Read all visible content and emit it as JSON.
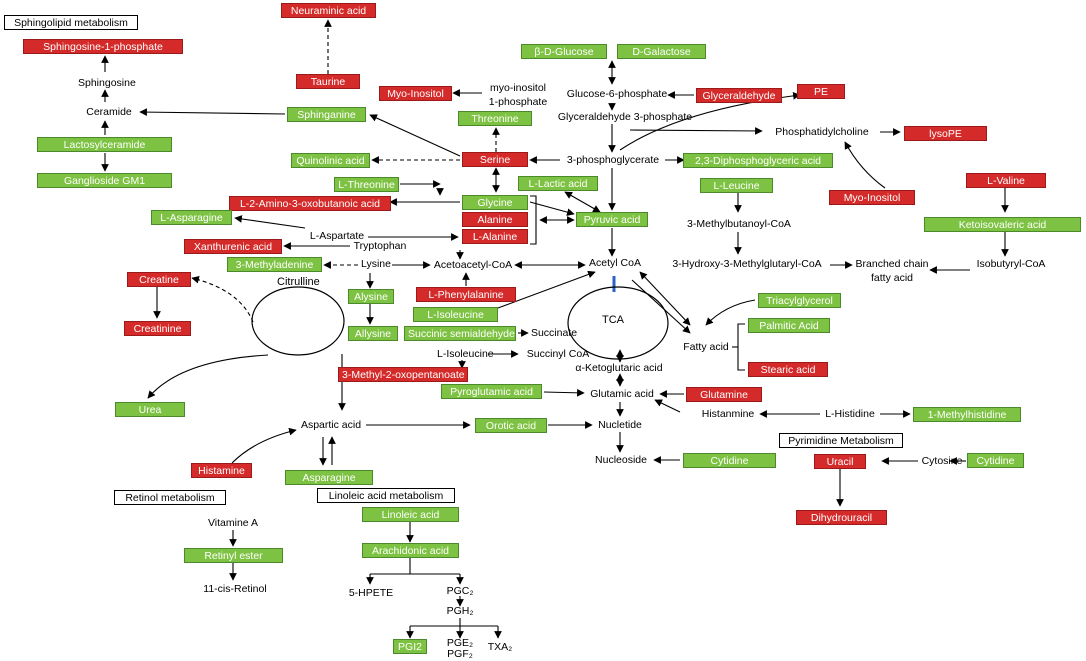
{
  "nodes": {
    "sphingolipid_metabolism": "Sphingolipid metabolism",
    "neuraminic_acid": "Neuraminic acid",
    "sphingosine_1_phosphate": "Sphingosine-1-phosphate",
    "sphingosine": "Sphingosine",
    "ceramide": "Ceramide",
    "lactosylceramide": "Lactosylceramide",
    "ganglioside_gm1": "Ganglioside GM1",
    "taurine": "Taurine",
    "myo_inositol_red": "Myo-Inositol",
    "myo_inositol_1_phosphate": "myo-inositol\n1-phosphate",
    "sphinganine": "Sphinganine",
    "threonine": "Threonine",
    "beta_d_glucose": "β-D-Glucose",
    "d_galactose": "D-Galactose",
    "glucose_6_phosphate": "Glucose-6-phosphate",
    "glyceraldehyde": "Glyceraldehyde",
    "glyceraldehyde_3_phosphate": "Glyceraldehyde 3-phosphate",
    "pe": "PE",
    "phosphatidylcholine": "Phosphatidylcholine",
    "lyso_pe": "lysoPE",
    "quinolinic_acid": "Quinolinic acid",
    "serine": "Serine",
    "three_phosphoglycerate": "3-phosphoglycerate",
    "diphosphoglyceric_acid": "2,3-Diphosphoglyceric acid",
    "l_threonine": "L-Threonine",
    "l_lactic_acid": "L-Lactic acid",
    "l_leucine": "L-Leucine",
    "myo_inositol_red2": "Myo-Inositol",
    "l_valine": "L-Valine",
    "glycine": "Glycine",
    "l_2_amino_3_oxobutanoic": "L-2-Amino-3-oxobutanoic acid",
    "l_asparagine": "L-Asparagine",
    "alanine": "Alanine",
    "l_alanine": "L-Alanine",
    "pyruvic_acid": "Pyruvic acid",
    "three_methylbutanoyl_coa": "3-Methylbutanoyl-CoA",
    "ketoisovaleric_acid": "Ketoisovaleric acid",
    "l_aspartate": "L-Aspartate",
    "tryptophan": "Tryptophan",
    "xanthurenic_acid": "Xanthurenic acid",
    "three_methyladenine": "3-Methyladenine",
    "lysine": "Lysine",
    "acetoacetyl_coa": "Acetoacetyl-CoA",
    "acetyl_coa": "Acetyl CoA",
    "hmg_coa": "3-Hydroxy-3-Methylglutaryl-CoA",
    "branched_chain_fatty_acid": "Branched chain\nfatty acid",
    "isobutyryl_coa": "Isobutyryl-CoA",
    "creatine": "Creatine",
    "citrulline": "Citrulline",
    "alysine": "Alysine",
    "l_phenylalanine": "L-Phenylalanine",
    "triacylglycerol": "Triacylglycerol",
    "creatinine": "Creatinine",
    "allysine": "Allysine",
    "l_isoleucine_green": "L-Isoleucine",
    "succinic_semialdehyde": "Succinic semialdehyde",
    "succinate": "Succinate",
    "tca": "TCA",
    "palmitic_acid": "Palmitic Acid",
    "fatty_acid": "Fatty acid",
    "l_isoleucine": "L-Isoleucine",
    "succinyl_coa": "Succinyl CoA",
    "three_methyl_2_oxopentanoate": "3-Methyl-2-oxopentanoate",
    "alpha_ketoglutaric_acid": "α-Ketoglutaric acid",
    "stearic_acid": "Stearic acid",
    "pyroglutamic_acid": "Pyroglutamic acid",
    "glutamic_acid": "Glutamic acid",
    "glutamine": "Glutamine",
    "urea": "Urea",
    "histanmine": "Histanmine",
    "l_histidine": "L-Histidine",
    "one_methylhistidine": "1-Methylhistidine",
    "aspartic_acid": "Aspartic acid",
    "orotic_acid": "Orotic acid",
    "nucletide": "Nucletide",
    "pyrimidine_metabolism": "Pyrimidine Metabolism",
    "nucleoside": "Nucleoside",
    "cytidine": "Cytidine",
    "uracil": "Uracil",
    "cytosine": "Cytosine",
    "cytidine2": "Cytidine",
    "histamine": "Histamine",
    "asparagine": "Asparagine",
    "retinol_metabolism": "Retinol metabolism",
    "linoleic_acid_metabolism": "Linoleic acid metabolism",
    "dihydrouracil": "Dihydrouracil",
    "linoleic_acid": "Linoleic acid",
    "vitamine_a": "Vitamine A",
    "retinyl_ester": "Retinyl ester",
    "arachidonic_acid": "Arachidonic acid",
    "eleven_cis_retinol": "11-cis-Retinol",
    "five_hpete": "5-HPETE",
    "pgc2": "PGC₂",
    "pgh2": "PGH₂",
    "pgi2": "PGI2",
    "pge2_pgf2": "PGE₂\nPGF₂",
    "txa2": "TXA₂"
  }
}
